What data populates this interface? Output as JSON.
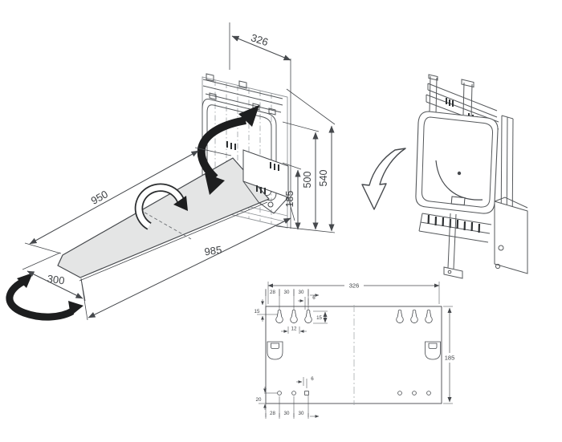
{
  "drawing": {
    "description": "Wall-mounted fold-away ironing board technical drawing",
    "colors": {
      "line": "#46494d",
      "light_line": "#9ba0a4",
      "board_fill": "#e4e5e5",
      "arrow_black": "#1d1e1f",
      "background": "#ffffff"
    }
  },
  "deployed": {
    "dim_width": "326",
    "dim_height_outer": "540",
    "dim_height_inner": "500",
    "dim_bracket": "185",
    "dim_board_length": "950",
    "dim_overall_length": "985",
    "dim_board_width": "300"
  },
  "plate": {
    "dim_width": "326",
    "dim_height": "185",
    "edge_top": "15",
    "pitch": [
      "28",
      "30",
      "30"
    ],
    "offset_small": "6",
    "slot_len": "15",
    "slot_pitch": "12",
    "hole_offset": "6",
    "edge_bottom": "20",
    "pitch_bottom": [
      "28",
      "30",
      "30"
    ]
  }
}
